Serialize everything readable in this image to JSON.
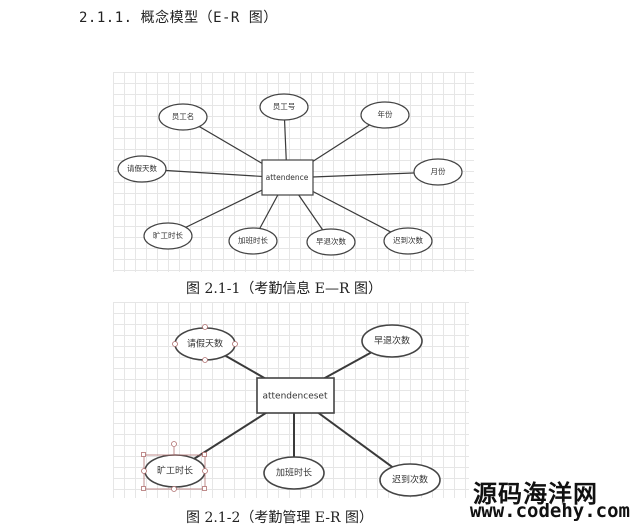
{
  "heading": {
    "number": "2.1.1.",
    "title": "概念模型（E-R 图）"
  },
  "diagram1": {
    "entity": "attendence",
    "attributes": [
      "员工名",
      "员工号",
      "年份",
      "请假天数",
      "月份",
      "旷工时长",
      "加班时长",
      "早退次数",
      "迟到次数"
    ],
    "caption": "图 2.1-1（考勤信息 E—R 图）"
  },
  "diagram2": {
    "entity": "attendenceset",
    "attributes": [
      "请假天数",
      "早退次数",
      "旷工时长",
      "加班时长",
      "迟到次数"
    ],
    "caption": "图 2.1-2（考勤管理 E-R 图）"
  },
  "watermark": {
    "name": "源码海洋网",
    "url": "www.codehy.com"
  }
}
